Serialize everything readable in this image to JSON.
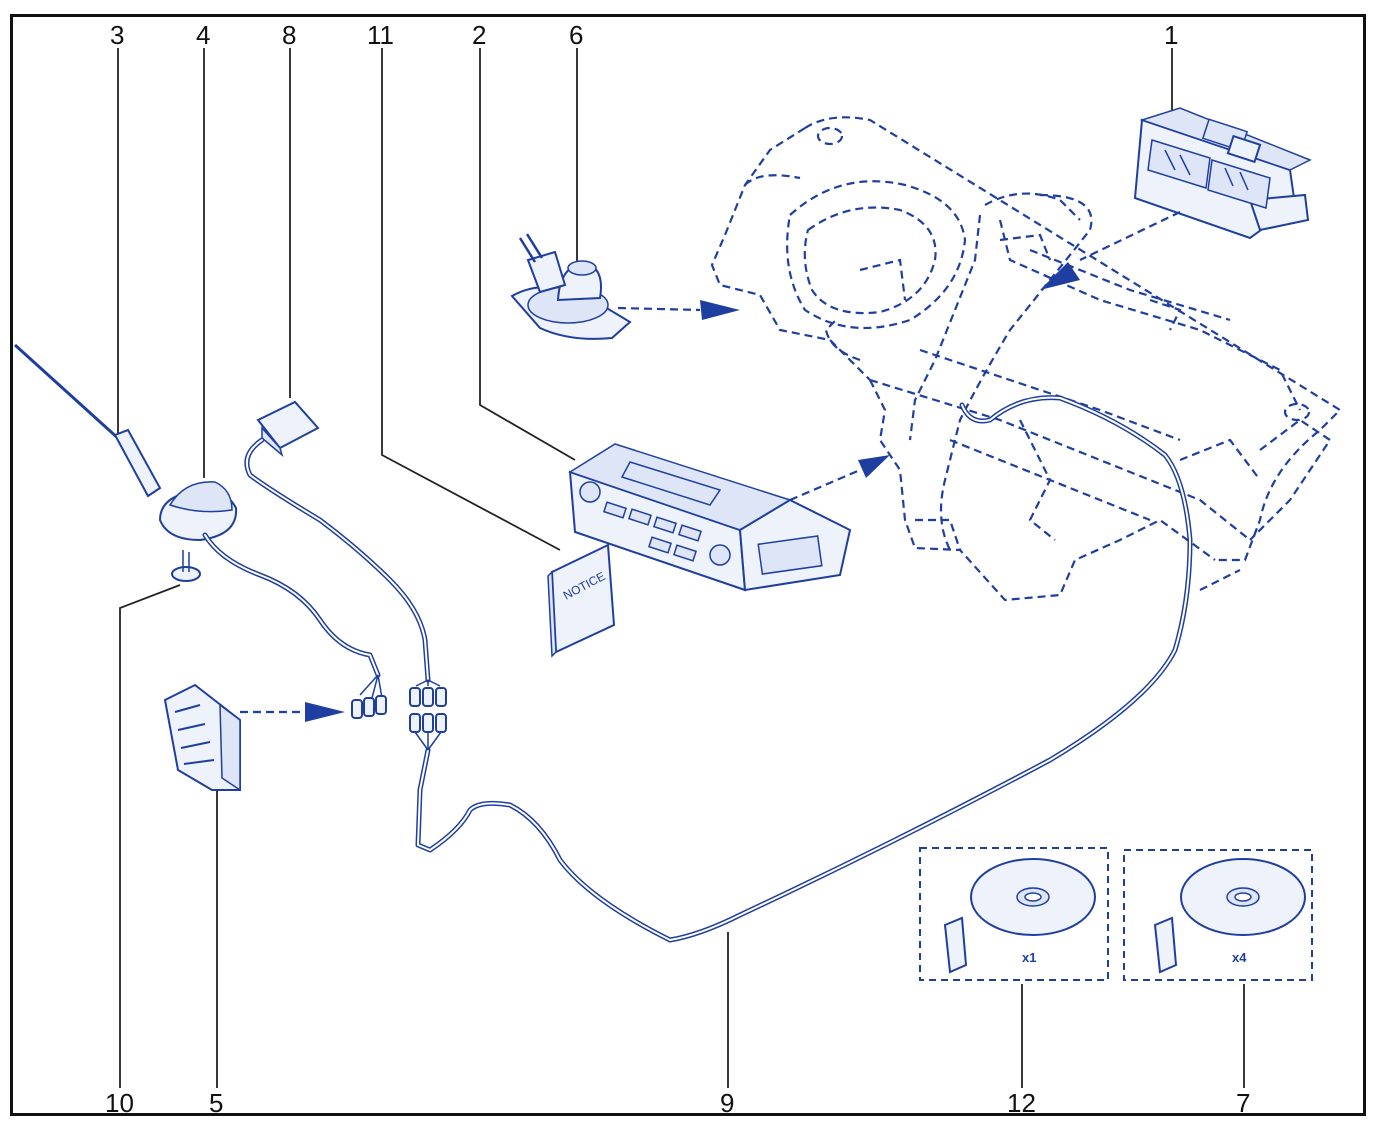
{
  "callouts": {
    "c3": "3",
    "c4": "4",
    "c8": "8",
    "c11": "11",
    "c2": "2",
    "c6": "6",
    "c1": "1",
    "c10": "10",
    "c5": "5",
    "c9": "9",
    "c12": "12",
    "c7": "7"
  },
  "labels": {
    "notice": "NOTICE",
    "qty_box_12": "x1",
    "qty_box_7": "x4"
  },
  "colors": {
    "line": "#1f3fa0",
    "fill": "#eef2fb",
    "frame": "#111111"
  }
}
